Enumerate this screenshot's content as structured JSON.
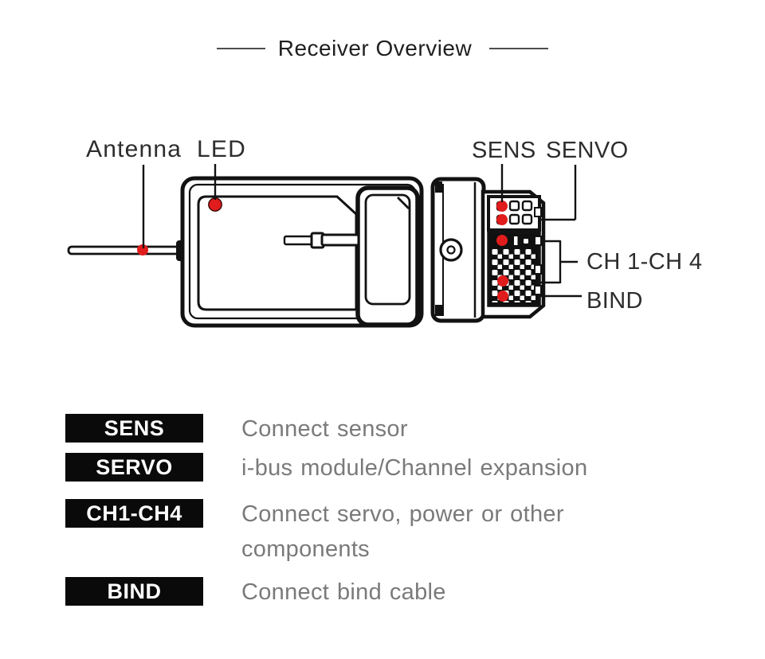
{
  "title": "Receiver Overview",
  "callouts": {
    "antenna": "Antenna",
    "led": "LED",
    "sens": "SENS",
    "servo": "SENVO",
    "ch1_ch4": "CH 1-CH 4",
    "bind": "BIND"
  },
  "legend": {
    "rows": [
      {
        "badge": "SENS",
        "desc": "Connect sensor"
      },
      {
        "badge": "SERVO",
        "desc": "i-bus module/Channel expansion"
      },
      {
        "badge": "CH1-CH4",
        "desc": "Connect servo, power or other",
        "desc2": "components"
      },
      {
        "badge": "BIND",
        "desc": "Connect bind cable"
      }
    ]
  },
  "colors": {
    "marker_red": "#e11c1c",
    "line_ink": "#121212",
    "desc_gray": "#7a7a7a",
    "badge_bg": "#0a0a0a",
    "badge_text": "#ffffff"
  }
}
